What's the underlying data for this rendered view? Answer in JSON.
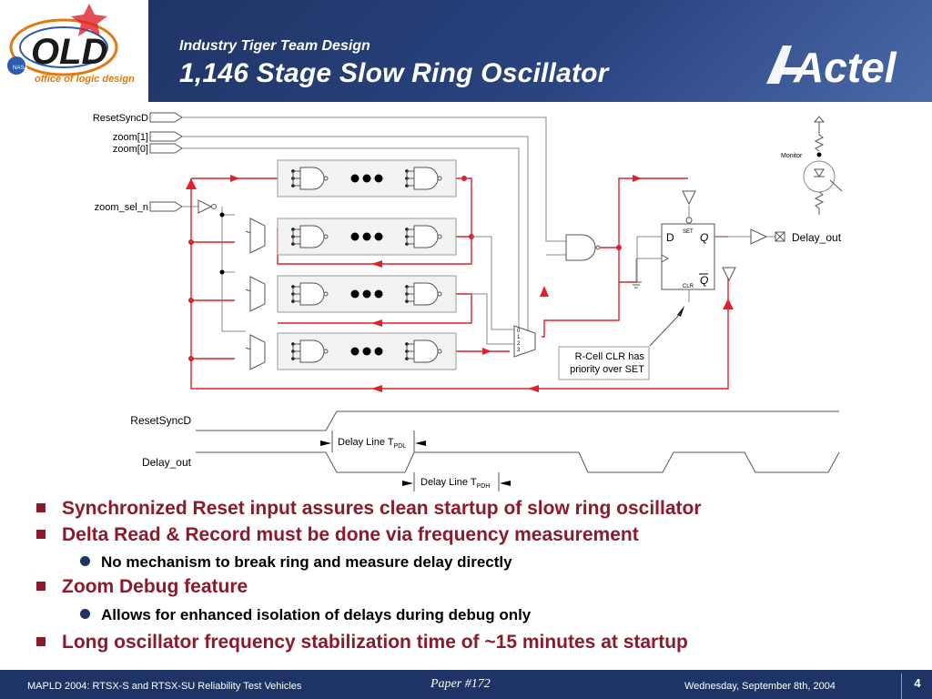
{
  "header": {
    "logo_word": "OLD",
    "logo_tagline": "office of logic design",
    "logo_badge": "NASA",
    "subtitle": "Industry Tiger Team Design",
    "title": "1,146 Stage Slow Ring Oscillator",
    "brand": "Actel"
  },
  "diagram": {
    "inputs": [
      "ResetSyncD",
      "zoom[1]",
      "zoom[0]",
      "zoom_sel_n"
    ],
    "monitor_label": "Monitor",
    "ff_d": "D",
    "ff_q": "Q",
    "ff_qbar": "Q",
    "ff_set": "SET",
    "ff_clr": "CLR",
    "output_label": "Delay_out",
    "note": "R-Cell CLR has priority over SET",
    "note_line1": "R-Cell CLR has",
    "note_line2": "priority over SET",
    "mux_labels": [
      "0",
      "1",
      "2",
      "3"
    ],
    "timing": {
      "signal1": "ResetSyncD",
      "signal2": "Delay_out",
      "delay1_label": "Delay Line T",
      "delay1_sub": "PDL",
      "delay2_label": "Delay Line T",
      "delay2_sub": "PDH"
    }
  },
  "bullets": [
    {
      "level": 1,
      "text": "Synchronized Reset input assures clean startup of slow ring oscillator"
    },
    {
      "level": 1,
      "text": "Delta Read & Record must be done via frequency measurement"
    },
    {
      "level": 2,
      "text": "No mechanism to break ring and measure delay directly"
    },
    {
      "level": 1,
      "text": "Zoom Debug feature"
    },
    {
      "level": 2,
      "text": "Allows for enhanced isolation of delays during debug only"
    },
    {
      "level": 1,
      "text": "Long oscillator frequency stabilization time of ~15 minutes at startup"
    }
  ],
  "footer": {
    "left": "MAPLD 2004: RTSX-S and RTSX-SU Reliability Test Vehicles",
    "center": "Paper #172",
    "right": "Wednesday, September 8th, 2004",
    "page": "4"
  },
  "colors": {
    "navy": "#1f3466",
    "accent_red": "#e0202a",
    "bullet_text": "#8b1a2b",
    "logo_blue": "#2a5db0",
    "logo_orange": "#e07a10"
  },
  "icons": [
    "bullet-square-icon",
    "bullet-dot-icon",
    "led-monitor-icon",
    "and-gate-icon",
    "buffer-icon",
    "flip-flop-icon",
    "mux-icon"
  ]
}
